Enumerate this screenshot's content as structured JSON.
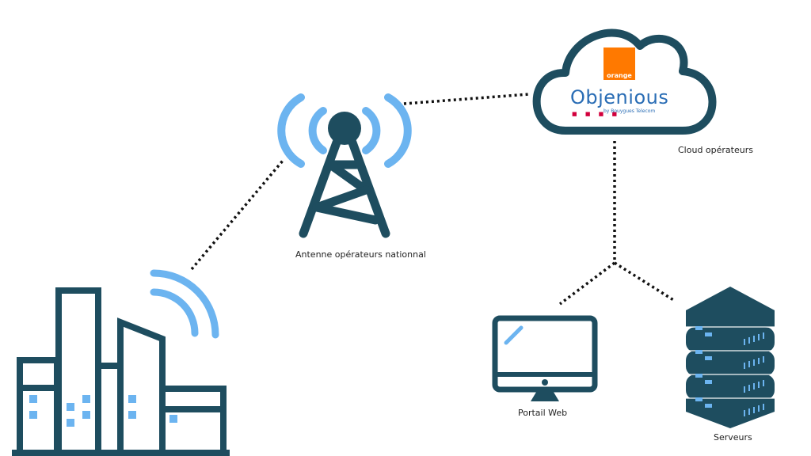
{
  "labels": {
    "antenna": "Antenne opérateurs nationnal",
    "cloud": "Cloud opérateurs",
    "portail": "Portail Web",
    "serveurs": "Serveurs"
  },
  "logos": {
    "orange": "orange",
    "objenious": "Objenious",
    "objenious_tagline": "by Bouygues Telecom"
  },
  "icons": {
    "factory": "factory-icon",
    "antenna": "antenna-tower-icon",
    "cloud": "cloud-icon",
    "monitor": "monitor-icon",
    "servers": "server-stack-icon"
  },
  "colors": {
    "primary": "#1e4d5f",
    "signal": "#6cb4f0",
    "orange": "#ff7900",
    "objenious": "#2a6db5"
  }
}
